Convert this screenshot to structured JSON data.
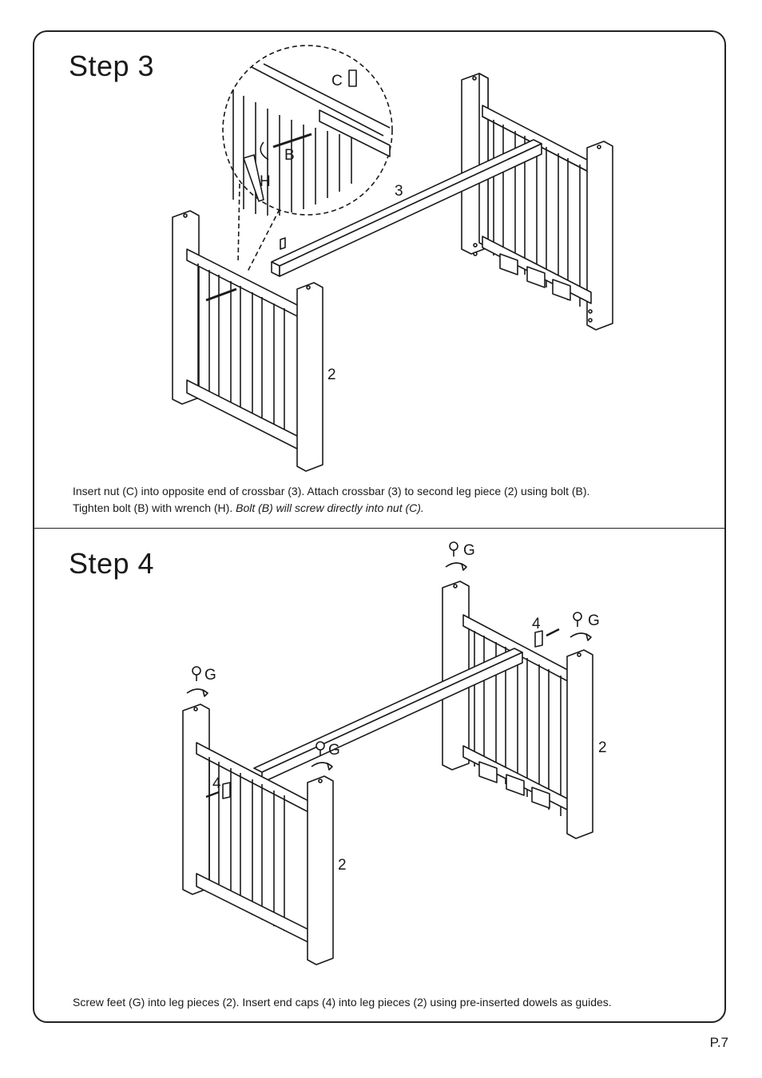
{
  "step3": {
    "title": "Step  3",
    "labels": {
      "C": "C",
      "B": "B",
      "H": "H",
      "crossbar": "3",
      "leg": "2"
    },
    "instruction_main": "Insert nut (C) into opposite end of crossbar (3). Attach crossbar (3) to second leg piece (2) using bolt (B).",
    "instruction_line2_plain": "Tighten bolt (B) with wrench (H). ",
    "instruction_line2_italic": "Bolt (B) will screw directly into nut (C)."
  },
  "step4": {
    "title": "Step  4",
    "labels": {
      "G": "G",
      "endcap": "4",
      "leg": "2"
    },
    "instruction": "Screw feet (G) into leg pieces (2). Insert end caps (4) into leg pieces (2) using pre-inserted dowels as guides."
  },
  "page_number": "P.7"
}
